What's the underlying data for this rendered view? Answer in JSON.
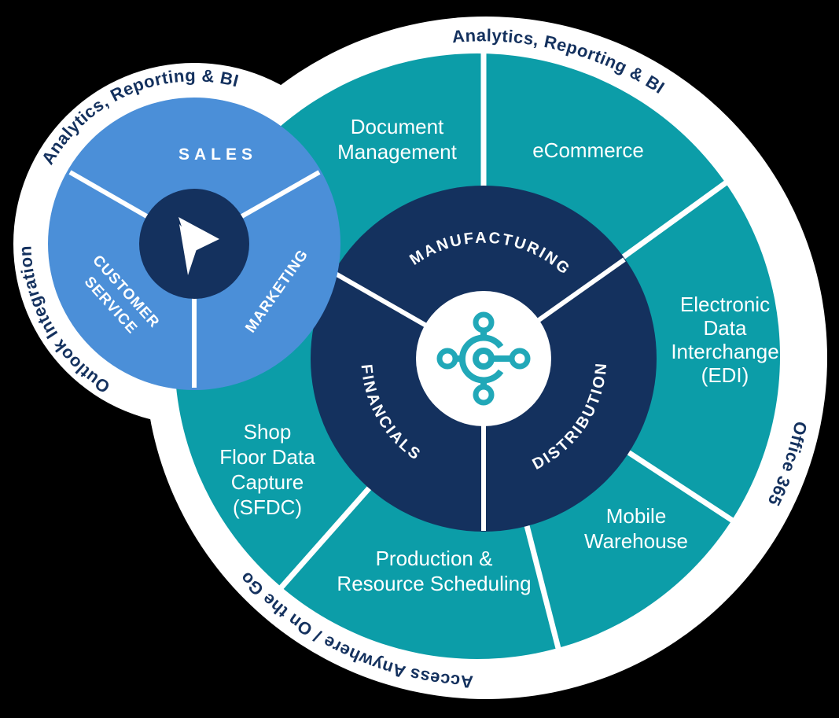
{
  "colors": {
    "background": "#000000",
    "teal": "#0C9DA8",
    "navy": "#14315E",
    "blue": "#4B8FD8",
    "icon_teal": "#21A8B8",
    "white": "#FFFFFF"
  },
  "large_wheel": {
    "center_icon": "integration-hub-icon",
    "outer_ring_labels": [
      {
        "text": "Analytics, Reporting & BI"
      },
      {
        "text": "Office 365"
      },
      {
        "text": "Access Anywhere / On the Go"
      }
    ],
    "middle_ring_segments": [
      {
        "name": "document-management",
        "lines": [
          "Document",
          "Management"
        ]
      },
      {
        "name": "ecommerce",
        "lines": [
          "eCommerce"
        ]
      },
      {
        "name": "electronic-data-interchange",
        "lines": [
          "Electronic",
          "Data",
          "Interchange",
          "(EDI)"
        ]
      },
      {
        "name": "mobile-warehouse",
        "lines": [
          "Mobile",
          "Warehouse"
        ]
      },
      {
        "name": "production-resource-scheduling",
        "lines": [
          "Production &",
          "Resource Scheduling"
        ]
      },
      {
        "name": "shop-floor-data-capture",
        "lines": [
          "Shop",
          "Floor Data",
          "Capture",
          "(SFDC)"
        ]
      }
    ],
    "inner_ring_segments": [
      {
        "label": "MANUFACTURING"
      },
      {
        "label": "DISTRIBUTION"
      },
      {
        "label": "FINANCIALS"
      }
    ]
  },
  "small_wheel": {
    "center_logo": "dynamics-365-logo",
    "outer_ring_labels": [
      {
        "text": "Analytics, Reporting & BI"
      },
      {
        "text": "Outlook Integration"
      }
    ],
    "segments": [
      {
        "label": "SALES"
      },
      {
        "label": "MARKETING"
      },
      {
        "lines": [
          "CUSTOMER",
          "SERVICE"
        ]
      }
    ]
  }
}
